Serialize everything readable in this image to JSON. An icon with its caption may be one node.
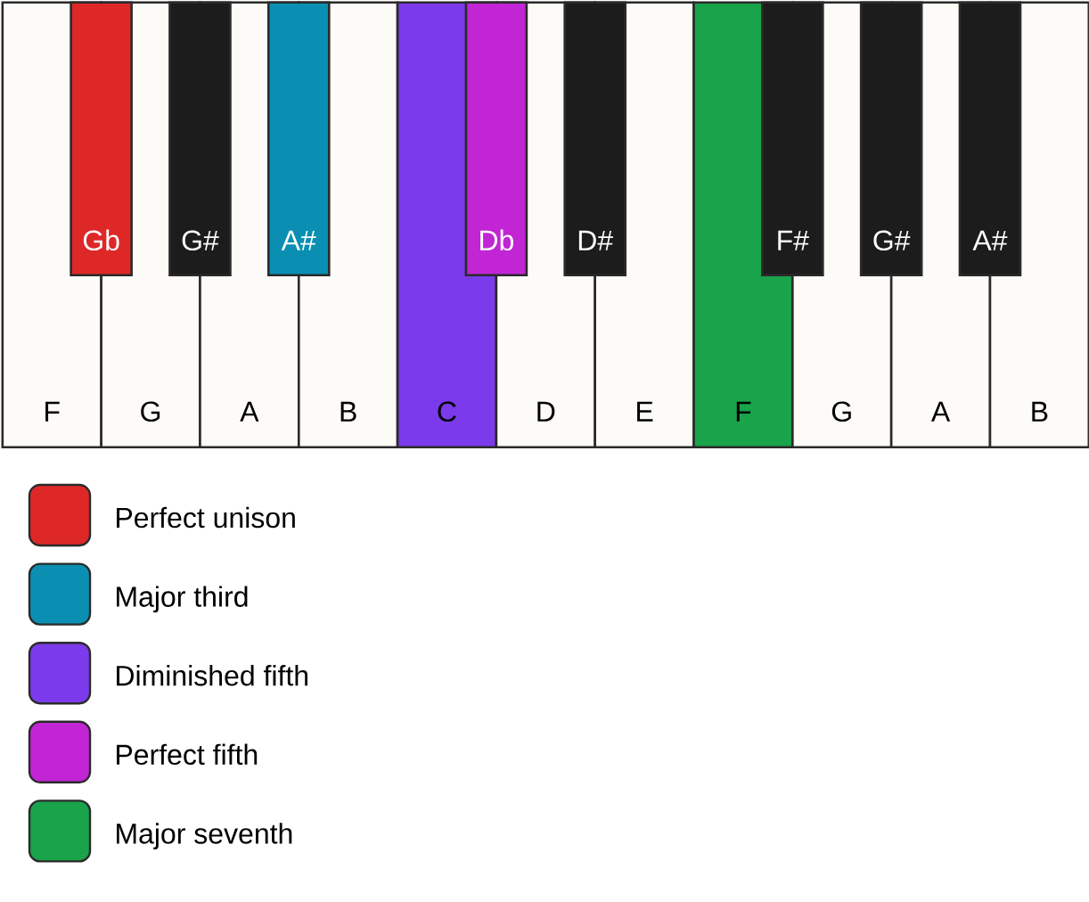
{
  "diagram": {
    "nodes": [
      {
        "text": [
          "F"
        ]
      },
      {
        "text": [
          "Gb"
        ]
      },
      {
        "text": [
          "G"
        ]
      },
      {
        "text": [
          "G#"
        ]
      },
      {
        "text": [
          "A"
        ]
      },
      {
        "text": [
          "A#"
        ]
      },
      {
        "text": [
          "B"
        ]
      },
      {
        "text": [
          "C"
        ]
      },
      {
        "text": [
          "Db"
        ]
      },
      {
        "text": [
          "D"
        ]
      },
      {
        "text": [
          "D#"
        ]
      },
      {
        "text": [
          "E"
        ]
      },
      {
        "text": [
          "F"
        ]
      },
      {
        "text": [
          "F#"
        ]
      },
      {
        "text": [
          "G"
        ]
      },
      {
        "text": [
          "G#"
        ]
      },
      {
        "text": [
          "A"
        ]
      },
      {
        "text": [
          "A#"
        ]
      },
      {
        "text": [
          "B"
        ]
      }
    ],
    "legend": [
      {
        "text": "Perfect unison",
        "color": "#de2828"
      },
      {
        "text": "Major third",
        "color": "#0a8fb3"
      },
      {
        "text": "Diminished fifth",
        "color": "#7b3aeb"
      },
      {
        "text": "Perfect fifth",
        "color": "#c125d4"
      },
      {
        "text": "Major seventh",
        "color": "#19a34b"
      }
    ]
  }
}
